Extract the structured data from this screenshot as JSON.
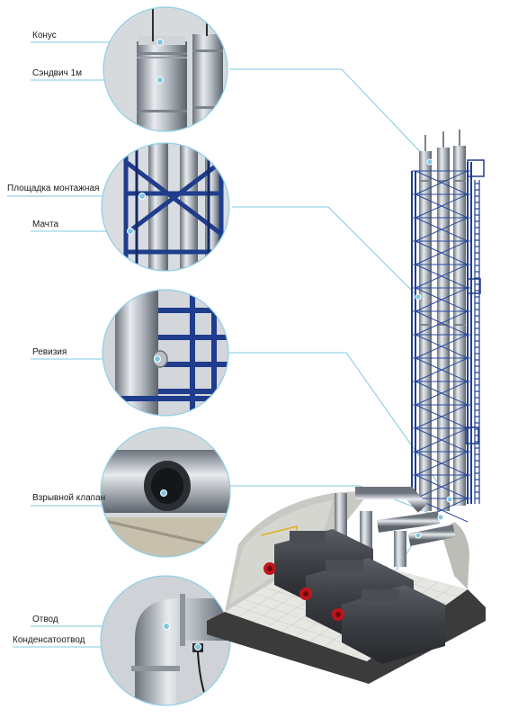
{
  "labels": {
    "cone": "Конус",
    "sandwich": "Сэндвич 1м",
    "platform": "Площадка монтажная",
    "mast": "Мачта",
    "inspection": "Ревизия",
    "blast_valve": "Взрывной клапан",
    "elbow": "Отвод",
    "condensate_drain": "Конденсатоотвод"
  },
  "colors": {
    "callout_line": "#7fc8e0",
    "steel_blue": "#1f3d8c",
    "steel_dark": "#142a66",
    "pipe_light": "#d9dde2",
    "pipe_mid": "#9aa3ad",
    "pipe_dark": "#5f6770",
    "boiler": "#3a3d42",
    "burner_red": "#c0141c",
    "floor": "#e6e6e2",
    "wall": "#c9c9c4",
    "base": "#3b3b3b"
  }
}
